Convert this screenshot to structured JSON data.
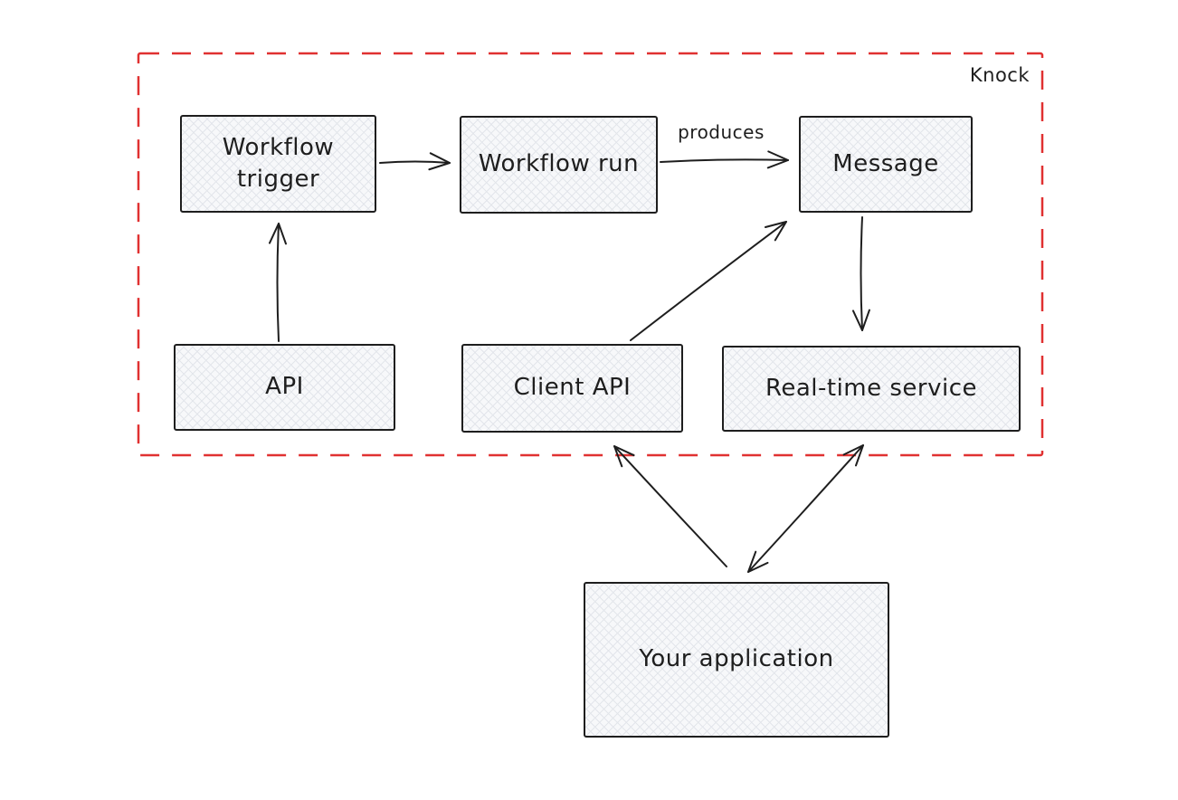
{
  "diagram": {
    "boundary": {
      "label": "Knock"
    },
    "nodes": {
      "workflow_trigger": {
        "label": "Workflow trigger"
      },
      "workflow_run": {
        "label": "Workflow run"
      },
      "message": {
        "label": "Message"
      },
      "api": {
        "label": "API"
      },
      "client_api": {
        "label": "Client API"
      },
      "realtime_service": {
        "label": "Real-time service"
      },
      "your_application": {
        "label": "Your application"
      }
    },
    "edge_labels": {
      "workflow_run_to_message": "produces"
    },
    "edges": [
      {
        "from": "Workflow trigger",
        "to": "Workflow run",
        "label": "",
        "direction": "one-way"
      },
      {
        "from": "Workflow run",
        "to": "Message",
        "label": "produces",
        "direction": "one-way"
      },
      {
        "from": "API",
        "to": "Workflow trigger",
        "label": "",
        "direction": "one-way"
      },
      {
        "from": "Client API",
        "to": "Message",
        "label": "",
        "direction": "one-way"
      },
      {
        "from": "Message",
        "to": "Real-time service",
        "label": "",
        "direction": "one-way"
      },
      {
        "from": "Your application",
        "to": "Client API",
        "label": "",
        "direction": "one-way"
      },
      {
        "from": "Your application",
        "to": "Real-time service",
        "label": "",
        "direction": "two-way"
      }
    ],
    "colors": {
      "boundary_red": "#e03131",
      "node_border": "#1e1e1e",
      "node_fill": "#f7f8fa",
      "hatch_line": "#e3e6eb",
      "arrow": "#1e1e1e",
      "text": "#1e1e1e",
      "background": "#ffffff"
    }
  }
}
